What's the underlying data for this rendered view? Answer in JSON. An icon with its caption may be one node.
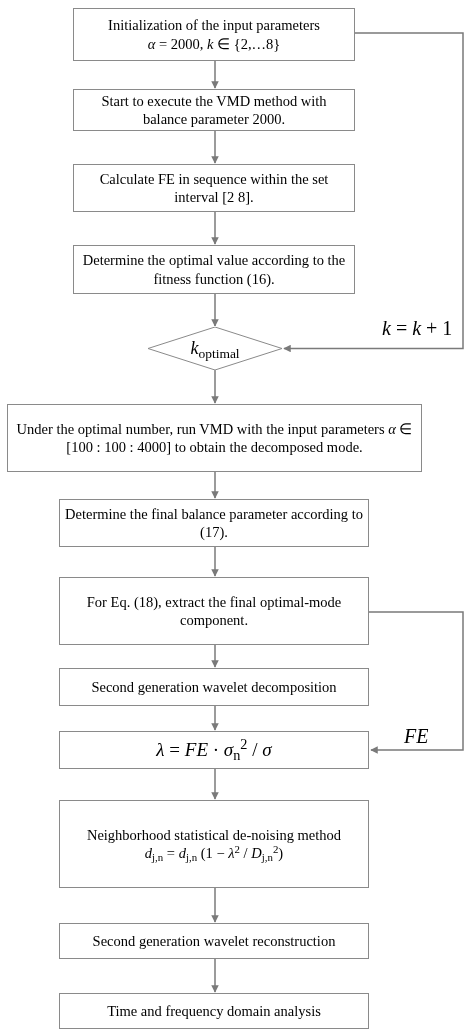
{
  "diagram": {
    "nodes": [
      {
        "text": [
          "Initialization of the input parameters",
          "*α* = 2000, *k* ∈ {2,…8}"
        ]
      },
      {
        "text": [
          "Start to execute the VMD method with balance parameter 2000."
        ]
      },
      {
        "text": [
          "Calculate FE in sequence within the set interval [2 8]."
        ]
      },
      {
        "text": [
          "Determine the optimal value according to the fitness function (16)."
        ]
      },
      {
        "text": [
          "*k*$_{optimal}$"
        ]
      },
      {
        "text": [
          "Under the optimal number, run VMD with the input parameters *α* ∈ [100 : 100 : 4000] to obtain the decomposed mode."
        ]
      },
      {
        "text": [
          "Determine the final balance parameter according to (17)."
        ]
      },
      {
        "text": [
          "For Eq. (18), extract the final optimal-mode component."
        ]
      },
      {
        "text": [
          "Second generation wavelet decomposition"
        ]
      },
      {
        "text": [
          "*λ* = *FE* · *σ*$_{n}$$^{2}$ / *σ*"
        ]
      },
      {
        "text": [
          "Neighborhood statistical de-noising method",
          "*d*$_{j,n}$ = *d*$_{j,n}$ (1 − *λ*$^{2}$ / *D*$_{j,n}$$^{2}$)"
        ]
      },
      {
        "text": [
          "Second generation wavelet reconstruction"
        ]
      },
      {
        "text": [
          "Time and frequency domain analysis"
        ]
      }
    ],
    "edges": [
      {
        "from": 0,
        "to": 1,
        "arrow": "to"
      },
      {
        "from": 1,
        "to": 2,
        "arrow": "to"
      },
      {
        "from": 2,
        "to": 3,
        "arrow": "to"
      },
      {
        "from": 3,
        "to": 4,
        "arrow": "to"
      },
      {
        "from": 4,
        "to": 5,
        "arrow": "to"
      },
      {
        "from": 5,
        "to": 6,
        "arrow": "to"
      },
      {
        "from": 6,
        "to": 7,
        "arrow": "to"
      },
      {
        "from": 7,
        "to": 8,
        "arrow": "to"
      },
      {
        "from": 8,
        "to": 9,
        "arrow": "to"
      },
      {
        "from": 9,
        "to": 10,
        "arrow": "to"
      },
      {
        "from": 10,
        "to": 11,
        "arrow": "to"
      },
      {
        "from": 11,
        "to": 12,
        "arrow": "to"
      },
      {
        "from": 0,
        "to": 4,
        "arrow": "to",
        "label": "*k* = *k* + 1"
      },
      {
        "from": 7,
        "to": 9,
        "arrow": "to",
        "label": "*FE*"
      }
    ]
  }
}
